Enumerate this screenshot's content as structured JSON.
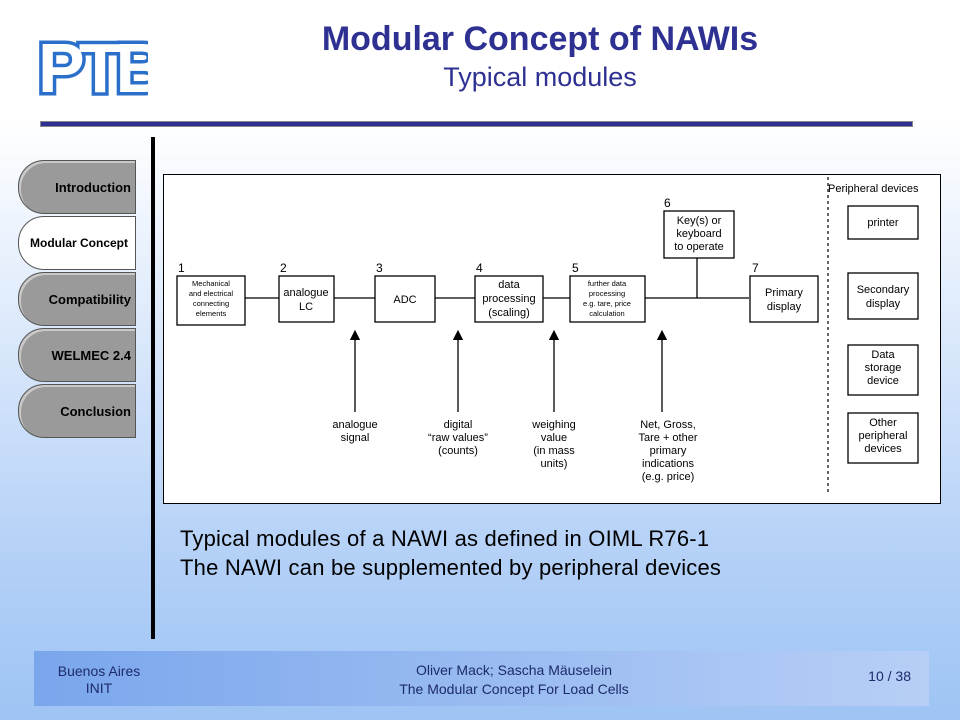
{
  "logo": {
    "text": "PTB"
  },
  "title": {
    "main": "Modular Concept of NAWIs",
    "sub": "Typical modules"
  },
  "nav": [
    {
      "label": "Introduction"
    },
    {
      "label": "Modular Concept"
    },
    {
      "label": "Compatibility"
    },
    {
      "label": "WELMEC 2.4"
    },
    {
      "label": "Conclusion"
    }
  ],
  "diagram": {
    "peripheral_heading": "Peripheral devices",
    "modules": {
      "m1": {
        "num": "1",
        "lines": [
          "Mechanical",
          "and electrical",
          "connecting",
          "elements"
        ]
      },
      "m2": {
        "num": "2",
        "lines": [
          "analogue",
          "LC"
        ]
      },
      "m3": {
        "num": "3",
        "lines": [
          "ADC"
        ]
      },
      "m4": {
        "num": "4",
        "lines": [
          "data",
          "processing",
          "(scaling)"
        ]
      },
      "m5": {
        "num": "5",
        "lines": [
          "further data",
          "processing",
          "e.g. tare, price",
          "calculation"
        ]
      },
      "m6": {
        "num": "6",
        "lines": [
          "Key(s) or",
          "keyboard",
          "to operate"
        ]
      },
      "m7": {
        "num": "7",
        "lines": [
          "Primary",
          "display"
        ]
      }
    },
    "peripherals": {
      "printer": [
        "printer"
      ],
      "secondary": [
        "Secondary",
        "display"
      ],
      "storage": [
        "Data",
        "storage",
        "device"
      ],
      "other": [
        "Other",
        "peripheral",
        "devices"
      ]
    },
    "signals": {
      "analogue": [
        "analogue",
        "signal"
      ],
      "digital": [
        "digital",
        "“raw values”",
        "(counts)"
      ],
      "weighing": [
        "weighing",
        "value",
        "(in mass",
        "units)"
      ],
      "net": [
        "Net, Gross,",
        "Tare + other",
        "primary",
        "indications",
        "(e.g. price)"
      ]
    }
  },
  "caption": {
    "line1": "Typical modules of a NAWI as defined in OIML R76-1",
    "line2": "The NAWI can be supplemented by peripheral devices"
  },
  "footer": {
    "location_line1": "Buenos Aires",
    "location_line2": "INIT",
    "authors": "Oliver Mack; Sascha Mäuselein",
    "talk_title": "The Modular Concept For Load Cells",
    "page": "10 / 38"
  }
}
